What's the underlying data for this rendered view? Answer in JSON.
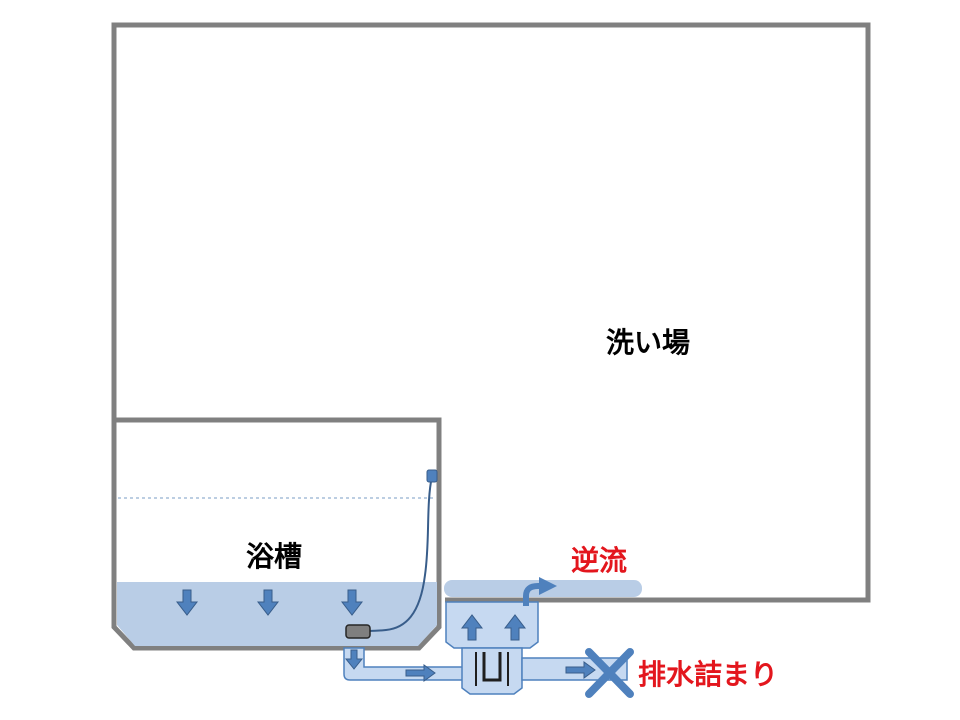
{
  "labels": {
    "washing_area": "洗い場",
    "bathtub": "浴槽",
    "backflow": "逆流",
    "drain_clog": "排水詰まり"
  },
  "colors": {
    "wall": "#808080",
    "water_fill": "#b9cde6",
    "arrow": "#4f81bd",
    "arrow_stroke": "#385d8a",
    "alert_text": "#e3161d",
    "normal_text": "#000000"
  }
}
